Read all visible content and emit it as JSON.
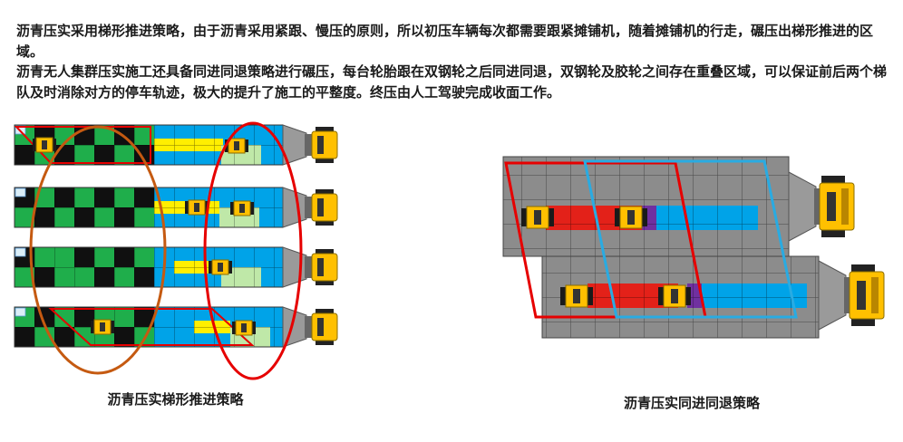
{
  "text": {
    "paragraph1": "沥青压实采用梯形推进策略，由于沥青采用紧跟、慢压的原则，所以初压车辆每次都需要跟紧摊铺机，随着摊铺机的行走，碾压出梯形推进的区域。",
    "paragraph2": "沥青无人集群压实施工还具备同进同退策略进行碾压，每台轮胎跟在双钢轮之后同进同退，双钢轮及胶轮之间存在重叠区域，可以保证前后两个梯队及时消除对方的停车轨迹，极大的提升了施工的平整度。终压由人工驾驶完成收面工作。"
  },
  "captions": {
    "left": "沥青压实梯形推进策略",
    "right": "沥青压实同进同退策略"
  },
  "legend": {
    "roller_icon": "compaction-roller-vehicle",
    "paver_icon": "paver-machine",
    "orange_ellipse": "trapezoid-advance-zone-annotation",
    "red_ellipse": "paver-following-zone-annotation",
    "red_parallelogram": "front-echelon-coverage",
    "blue_parallelogram": "rear-echelon-coverage"
  },
  "colors": {
    "page-background": "#ffffff",
    "text-color": "#1a1a1a",
    "green-cell": "#1fae4b",
    "black-cell": "#101010",
    "blue-cell": "#00a3e8",
    "yellow-cell": "#ffef00",
    "pale-green-cell": "#bfe8a8",
    "gray-surface": "#8c8c8c",
    "red-band": "#e32119",
    "purple-cell": "#7030a0",
    "vehicle-yellow": "#ffc000",
    "orange-annotation": "#c55a11",
    "red-annotation": "#e60000",
    "blue-annotation": "#29abe2"
  }
}
